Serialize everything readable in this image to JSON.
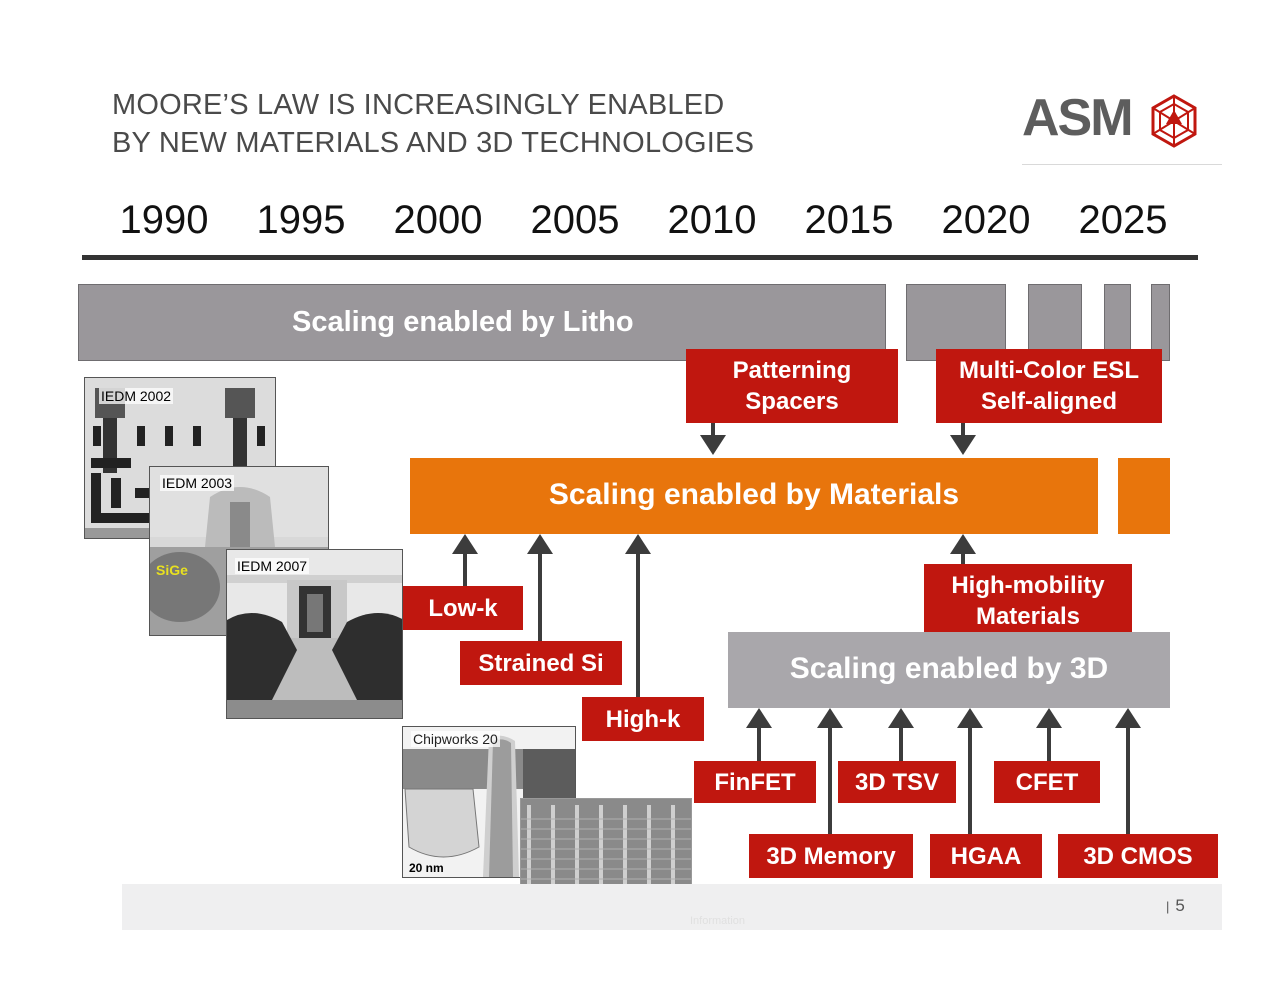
{
  "title": {
    "line1": "MOORE’S LAW IS INCREASINGLY ENABLED",
    "line2": "BY NEW MATERIALS AND 3D TECHNOLOGIES"
  },
  "logo": {
    "text": "ASM",
    "icon": "asm-hexagon-logo-icon",
    "color": "#c0170f"
  },
  "timeline": {
    "years": [
      "1990",
      "1995",
      "2000",
      "2005",
      "2010",
      "2015",
      "2020",
      "2025"
    ]
  },
  "bars": {
    "litho": "Scaling enabled by Litho",
    "materials": "Scaling enabled by Materials",
    "three_d": "Scaling enabled by 3D"
  },
  "boxes": {
    "patterning": [
      "Patterning",
      "Spacers"
    ],
    "multicolor": [
      "Multi-Color ESL",
      "Self-aligned"
    ],
    "high_mobility": [
      "High-mobility",
      "Materials"
    ],
    "low_k": "Low-k",
    "strained_si": "Strained Si",
    "high_k": "High-k",
    "finfet": "FinFET",
    "tsv": "3D TSV",
    "cfet": "CFET",
    "memory": "3D Memory",
    "hgaa": "HGAA",
    "cmos": "3D CMOS"
  },
  "images": {
    "iedm2002": "IEDM 2002",
    "iedm2003": "IEDM 2003",
    "iedm2007": "IEDM 2007",
    "sige": "SiGe",
    "chipworks": "Chipworks 20",
    "scale": "20 nm"
  },
  "footer": {
    "page": "5",
    "separator": "|",
    "faint": "Information"
  },
  "colors": {
    "red": "#c0170f",
    "orange": "#e8750c",
    "gray_bar": "#9a979b",
    "gray_3d": "#a9a7ab"
  }
}
